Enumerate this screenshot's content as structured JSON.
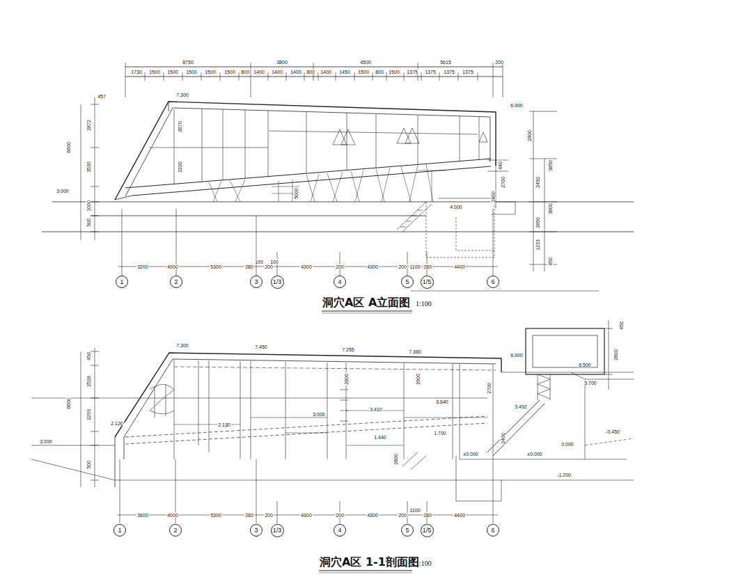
{
  "diagram": {
    "nodes": [
      {
        "text": [
          "1"
        ]
      },
      {
        "text": [
          "2"
        ]
      },
      {
        "text": [
          "3"
        ]
      },
      {
        "text": [
          "1/3"
        ]
      },
      {
        "text": [
          "4"
        ]
      },
      {
        "text": [
          "5"
        ]
      },
      {
        "text": [
          "1/5"
        ]
      },
      {
        "text": [
          "6"
        ]
      },
      {
        "text": [
          "1"
        ]
      },
      {
        "text": [
          "2"
        ]
      },
      {
        "text": [
          "3"
        ]
      },
      {
        "text": [
          "1/3"
        ]
      },
      {
        "text": [
          "4"
        ]
      },
      {
        "text": [
          "5"
        ]
      },
      {
        "text": [
          "1/5"
        ]
      },
      {
        "text": [
          "6"
        ]
      }
    ],
    "labels": [
      "8750",
      "3800",
      "4500",
      "5615",
      "200",
      "1730",
      "1500",
      "1500",
      "1500",
      "1500",
      "1500",
      "800",
      "1400",
      "1400",
      "1400",
      "800",
      "1400",
      "1450",
      "1500",
      "800",
      "1500",
      "1375",
      "1375",
      "1375",
      "1375",
      "457",
      "2872",
      "6600",
      "3530",
      "3.000",
      "1000",
      "500",
      "7.300",
      "2670",
      "2220",
      "6.900",
      "2400",
      "440",
      "2700",
      "2400",
      "2450",
      "3850",
      "2850",
      "3800",
      "1233",
      "450",
      "4.000",
      "5000",
      "3200",
      "4000",
      "5300",
      "280",
      "100",
      "200",
      "100",
      "4300",
      "200",
      "4300",
      "200",
      "1100",
      "280",
      "4400",
      "洞穴A区 A立面图",
      "1:100",
      "450",
      "2528",
      "6600",
      "2293",
      "2.120",
      "3.000",
      "500",
      "7.300",
      "7.450",
      "7.255",
      "7.360",
      "6.900",
      "6.500",
      "5.700",
      "3.640",
      "3.492",
      "3.000",
      "3.410",
      "2.130",
      "1.440",
      "1.700",
      "±0.000",
      "±0.000",
      "0.000",
      "-1.200",
      "-0.450",
      "2800",
      "2700",
      "2400",
      "2800",
      "2900",
      "2800",
      "450",
      "3600",
      "4000",
      "5300",
      "280",
      "200",
      "4300",
      "200",
      "4300",
      "200",
      "1100",
      "280",
      "4400",
      "洞穴A区 1-1剖面图",
      "1:100"
    ]
  }
}
